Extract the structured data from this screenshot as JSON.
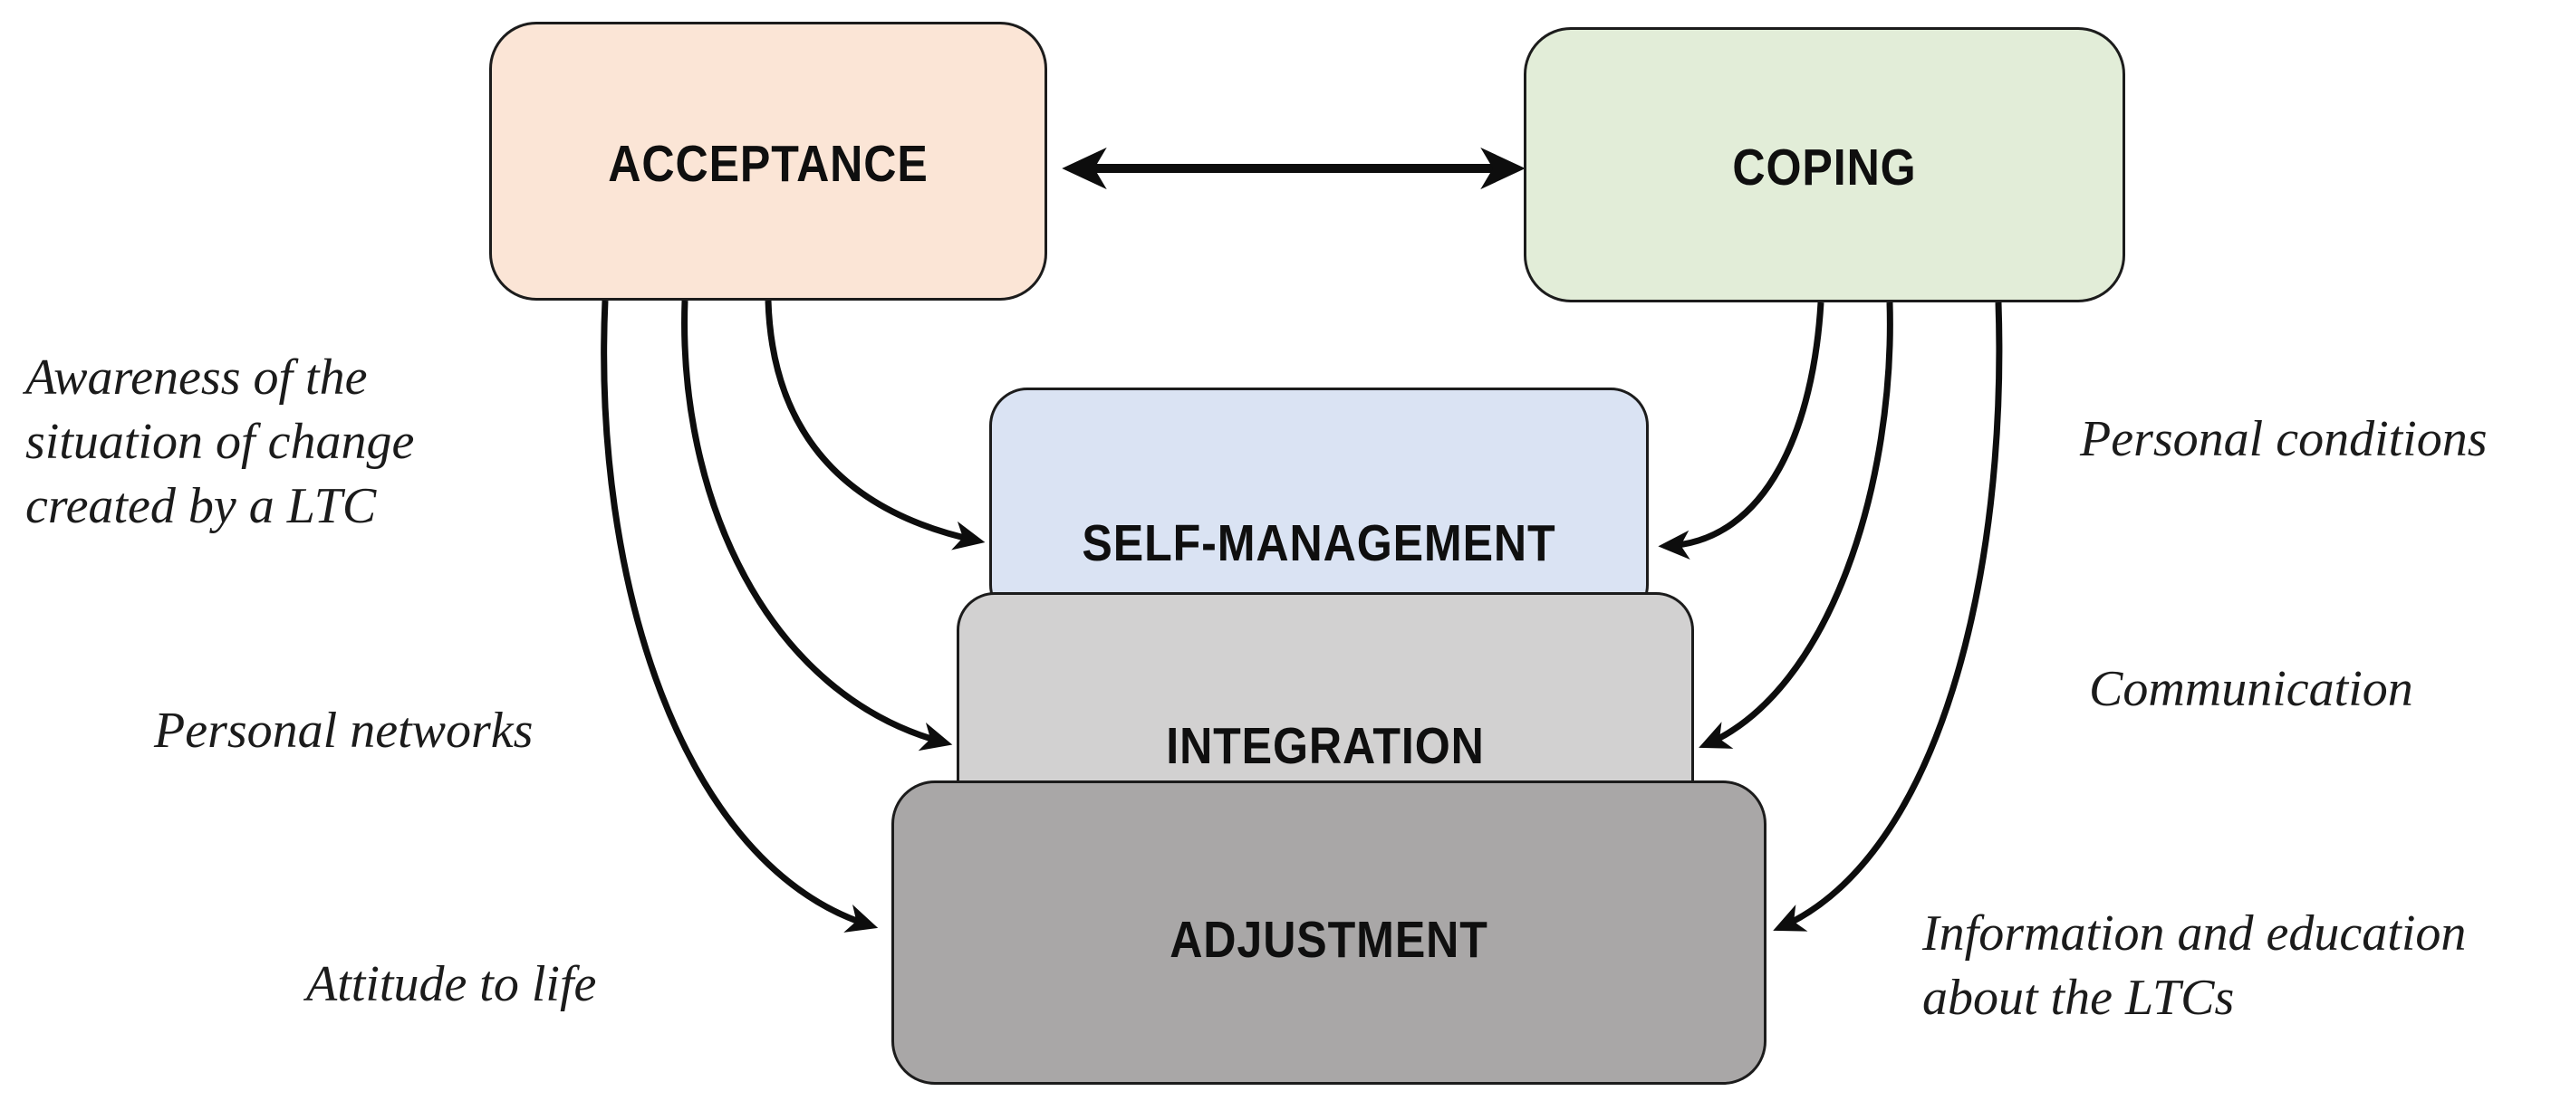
{
  "figure": {
    "background": "#ffffff",
    "arrow_color": "#0d0d0d",
    "border_color": "#1c1c1c",
    "text_color": "#1b1b1b"
  },
  "boxes": {
    "acceptance": {
      "label": "ACCEPTANCE",
      "fill": "#FBE5D6"
    },
    "coping": {
      "label": "COPING",
      "fill": "#E2EDD8"
    },
    "self_management": {
      "label": "SELF-MANAGEMENT",
      "fill": "#DAE3F3"
    },
    "integration": {
      "label": "INTEGRATION",
      "fill": "#D2D1D1"
    },
    "adjustment": {
      "label": "ADJUSTMENT",
      "fill": "#A9A7A7"
    }
  },
  "annotations": {
    "awareness": {
      "lines": [
        "Awareness of the",
        "situation of change",
        "created by a LTC"
      ]
    },
    "personal_networks": {
      "text": "Personal networks"
    },
    "attitude": {
      "text": "Attitude to life"
    },
    "personal_conditions": {
      "text": "Personal conditions"
    },
    "communication": {
      "text": "Communication"
    },
    "information": {
      "lines": [
        "Information and education",
        "about the LTCs"
      ]
    }
  },
  "relations": [
    {
      "from": "acceptance",
      "to": "coping",
      "type": "bidirectional"
    },
    {
      "from": "acceptance",
      "to": "self_management",
      "type": "directed"
    },
    {
      "from": "acceptance",
      "to": "integration",
      "type": "directed"
    },
    {
      "from": "acceptance",
      "to": "adjustment",
      "type": "directed"
    },
    {
      "from": "coping",
      "to": "self_management",
      "type": "directed"
    },
    {
      "from": "coping",
      "to": "integration",
      "type": "directed"
    },
    {
      "from": "coping",
      "to": "adjustment",
      "type": "directed"
    }
  ]
}
